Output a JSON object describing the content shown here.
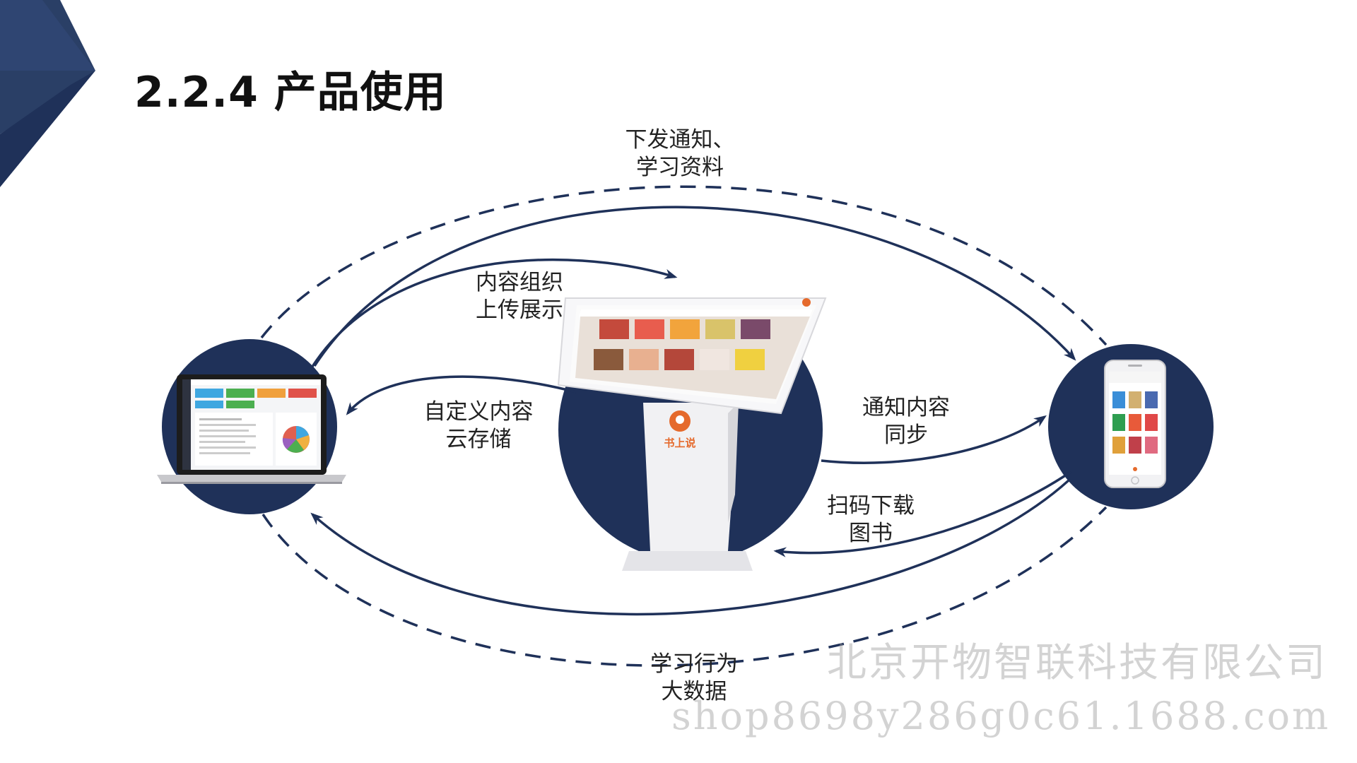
{
  "page": {
    "title": "2.2.4 产品使用",
    "accent_color": "#1f3159"
  },
  "nodes": [
    {
      "id": "laptop",
      "icon": "laptop-dashboard-icon"
    },
    {
      "id": "kiosk",
      "icon": "touchscreen-kiosk-icon",
      "brand": "书上说"
    },
    {
      "id": "phone",
      "icon": "smartphone-app-icon"
    }
  ],
  "flows": [
    {
      "id": "notify-materials",
      "lines": [
        "下发通知、",
        "学习资料"
      ]
    },
    {
      "id": "upload-display",
      "lines": [
        "内容组织",
        "上传展示"
      ]
    },
    {
      "id": "cloud-storage",
      "lines": [
        "自定义内容",
        "云存储"
      ]
    },
    {
      "id": "sync-notify",
      "lines": [
        "通知内容",
        "同步"
      ]
    },
    {
      "id": "scan-download",
      "lines": [
        "扫码下载",
        "图书"
      ]
    },
    {
      "id": "behavior-data",
      "lines": [
        "学习行为",
        "大数据"
      ]
    }
  ],
  "watermark": {
    "company": "北京开物智联科技有限公司",
    "shop": "shop8698y286g0c61.1688.com"
  }
}
